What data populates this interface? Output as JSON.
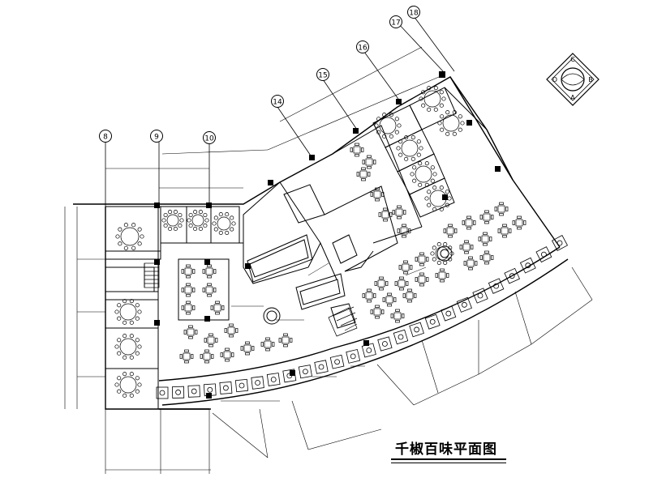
{
  "plan": {
    "title": "千椒百味平面图",
    "grid_axes": [
      "8",
      "9",
      "10",
      "14",
      "15",
      "16",
      "17",
      "18"
    ],
    "compass_letters": [
      "C",
      "D",
      "A",
      "B"
    ],
    "colors": {
      "line": "#000000",
      "background": "#ffffff"
    }
  }
}
